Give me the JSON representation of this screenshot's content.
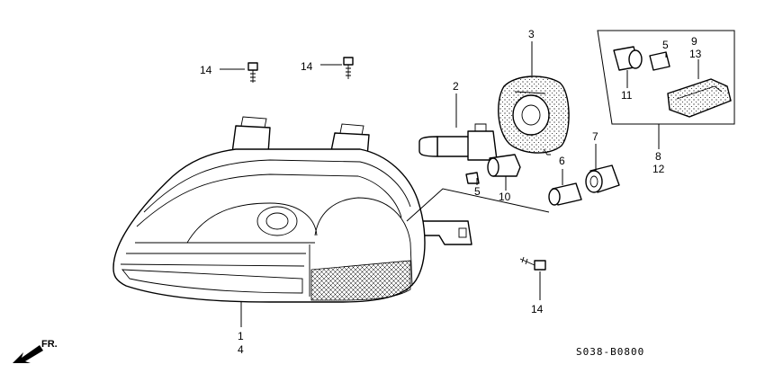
{
  "diagram": {
    "part_code": "S038-B0800",
    "direction_label": "FR.",
    "callouts": {
      "c1": "1",
      "c4": "4",
      "c2": "2",
      "c3": "3",
      "c5a": "5",
      "c10": "10",
      "c6": "6",
      "c7": "7",
      "c5b": "5",
      "c9": "9",
      "c13": "13",
      "c11": "11",
      "c8": "8",
      "c12": "12",
      "c14a": "14",
      "c14b": "14",
      "c14c": "14"
    }
  }
}
